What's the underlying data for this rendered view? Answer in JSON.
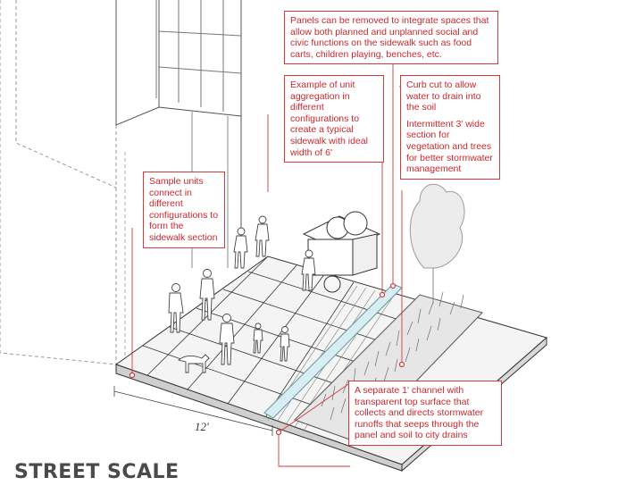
{
  "title": "STREET SCALE",
  "dimension_label": "12'",
  "callouts": {
    "panels": "Panels can be removed to integrate spaces that allow both planned and unplanned social and civic functions on the sidewalk such as food carts, children playing, benches, etc.",
    "aggregation": "Example of unit aggregation in different configurations to create a typical sidewalk with ideal width of 6'",
    "curb": "Curb cut to allow water to drain into the soil",
    "intermittent": "Intermittent 3' wide section for vegetation and trees for better stormwater management",
    "sample": "Sample units connect in different configurations to form the sidewalk section",
    "channel": "A separate 1' channel with transparent top surface that collects and directs stormwater runoffs that seeps through the panel and soil to city drains"
  },
  "colors": {
    "callout": "#c8282e",
    "title": "#4a4a4a"
  }
}
